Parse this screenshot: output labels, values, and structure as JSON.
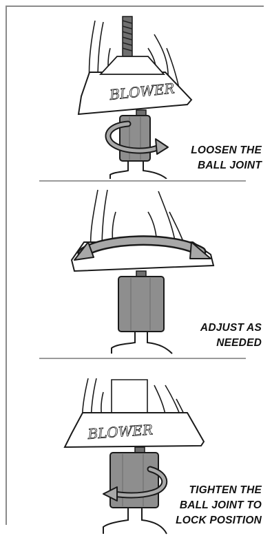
{
  "steps": [
    {
      "id": "loosen",
      "caption_lines": [
        "LOOSEN THE",
        "BALL JOINT"
      ],
      "rotation_icon": "counter-clockwise-arrow-icon",
      "stamp": "BLOWER"
    },
    {
      "id": "adjust",
      "caption_lines": [
        "ADJUST AS",
        "NEEDED"
      ],
      "rotation_icon": "curved-double-arrow-icon"
    },
    {
      "id": "tighten",
      "caption_lines": [
        "TIGHTEN THE",
        "BALL JOINT TO",
        "LOCK POSITION"
      ],
      "rotation_icon": "clockwise-arrow-icon",
      "stamp": "BLOWER"
    }
  ],
  "colors": {
    "line": "#1a1a1a",
    "joint": "#8e8e8e",
    "arrow_fill": "#a8a8a8",
    "divider": "#9a9a9a"
  }
}
